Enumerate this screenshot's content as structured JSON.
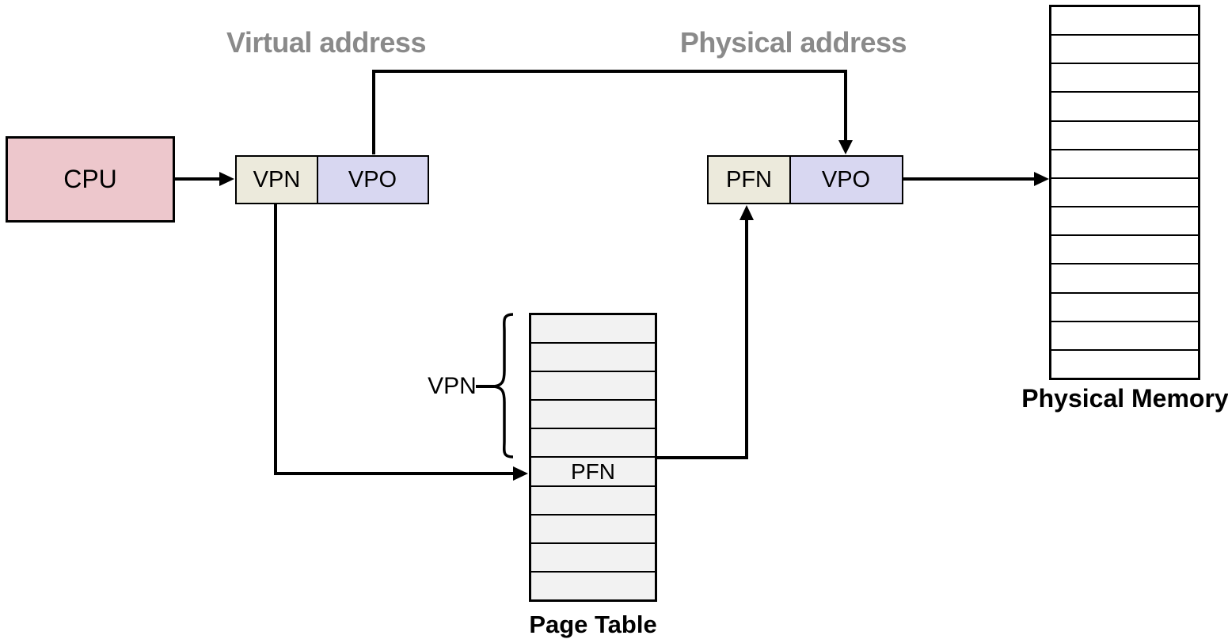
{
  "diagram": {
    "section_labels": {
      "virtual_address": "Virtual address",
      "physical_address": "Physical address"
    },
    "cpu": {
      "label": "CPU"
    },
    "virtual_address_register": {
      "vpn": "VPN",
      "vpo": "VPO"
    },
    "physical_address_register": {
      "pfn": "PFN",
      "vpo": "VPO"
    },
    "page_table": {
      "title": "Page Table",
      "rows": 10,
      "pfn_row_index": 6,
      "pfn_label": "PFN",
      "vpn_brace_label": "VPN"
    },
    "physical_memory": {
      "title": "Physical Memory",
      "rows": 13
    },
    "colors": {
      "cpu_fill": "#EDC7CC",
      "field_number_fill": "#ECEADC",
      "field_offset_fill": "#D8D7F1",
      "page_table_fill": "#F2F2F2",
      "memory_fill": "#FFFFFF",
      "section_label": "#8A8A8A",
      "line": "#000000"
    }
  }
}
